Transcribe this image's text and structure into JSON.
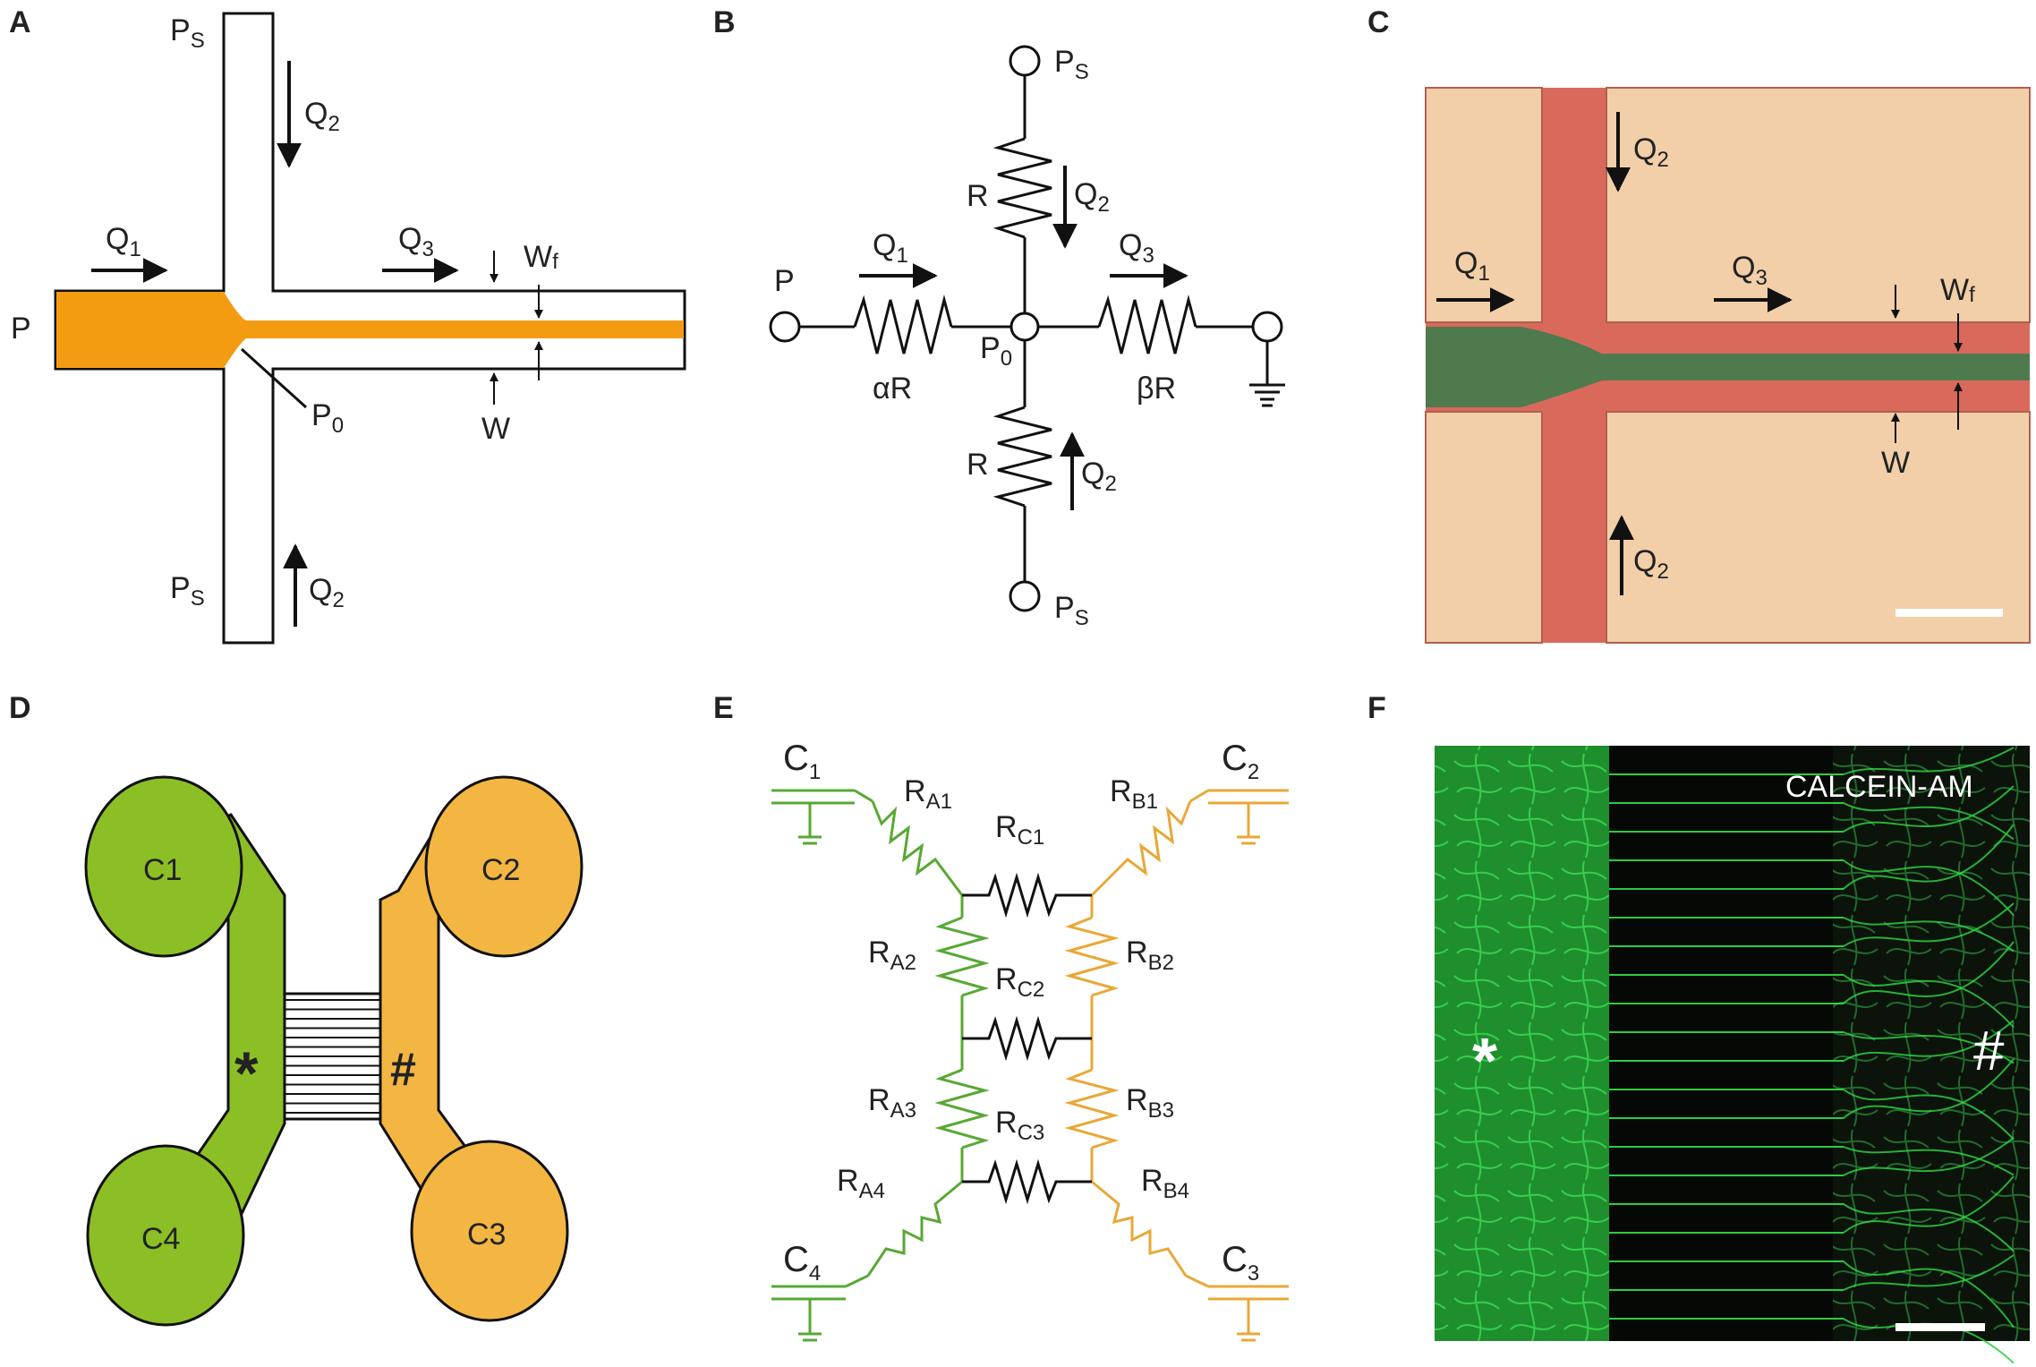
{
  "panels": [
    "A",
    "B",
    "C",
    "D",
    "E",
    "F"
  ],
  "panel_a": {
    "P": "P",
    "Ps": "P",
    "Ps_sub": "S",
    "P0": "P",
    "P0_sub": "0",
    "Q": "Q",
    "sub1": "1",
    "sub2": "2",
    "sub3": "3",
    "Wf": "W",
    "Wf_sub": "f",
    "W": "W"
  },
  "panel_b": {
    "P": "P",
    "P0": "P",
    "P0_sub": "0",
    "Ps": "P",
    "Ps_sub": "S",
    "Q": "Q",
    "sub1": "1",
    "sub2": "2",
    "sub3": "3",
    "R": "R",
    "alphaR": "αR",
    "betaR": "βR"
  },
  "panel_c": {
    "Q": "Q",
    "sub1": "1",
    "sub2": "2",
    "sub3": "3",
    "Wf": "W",
    "Wf_sub": "f",
    "W": "W"
  },
  "panel_d": {
    "C1": "C1",
    "C2": "C2",
    "C3": "C3",
    "C4": "C4",
    "star": "*",
    "hash": "#"
  },
  "panel_e": {
    "C": "C",
    "C1_sub": "1",
    "C2_sub": "2",
    "C3_sub": "3",
    "C4_sub": "4",
    "R": "R",
    "A1": "A1",
    "A2": "A2",
    "A3": "A3",
    "A4": "A4",
    "B1": "B1",
    "B2": "B2",
    "B3": "B3",
    "B4": "B4",
    "C1r": "C1",
    "C2r": "C2",
    "C3r": "C3"
  },
  "panel_f": {
    "label": "CALCEIN-AM",
    "star": "*",
    "hash": "#"
  },
  "colors": {
    "orange": "#f39c12",
    "green": "#8cbf26",
    "amber": "#f4b642",
    "wire_green": "#58a834",
    "wire_amber": "#e8a838",
    "micro_bg": "#f2cfa8",
    "micro_red": "#d9695a",
    "micro_core": "#4e7a4e",
    "fluor_bg": "#0b130b",
    "fluor_green": "#2ecc40"
  }
}
